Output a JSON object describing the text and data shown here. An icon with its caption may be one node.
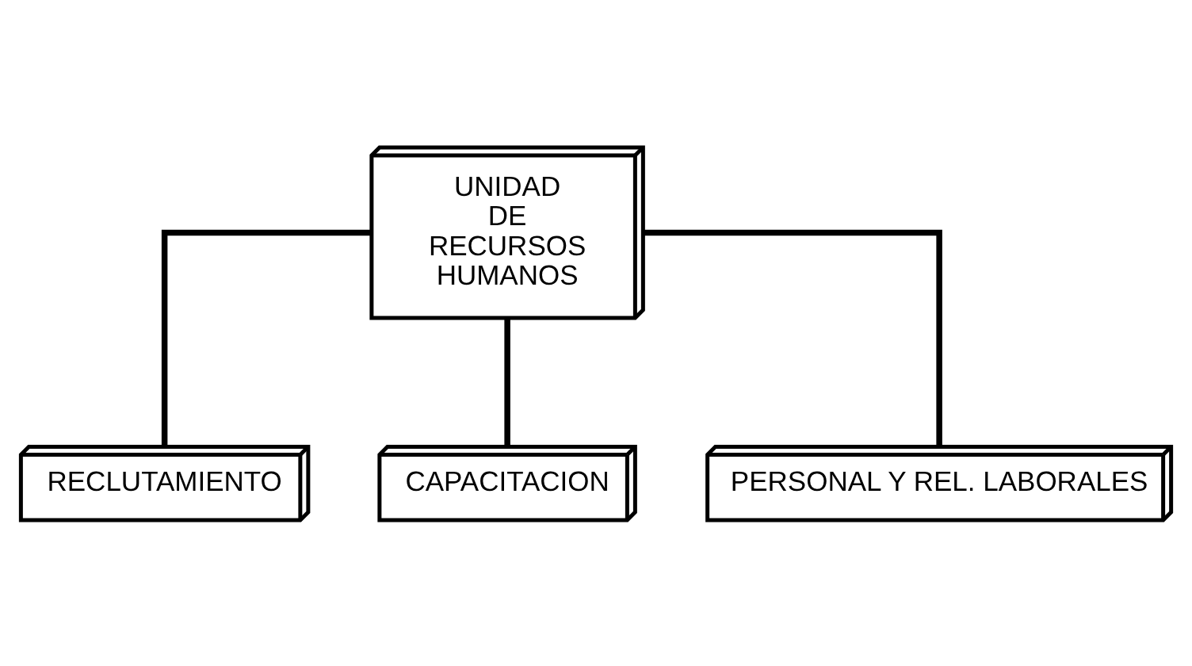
{
  "diagram": {
    "nodes": [
      {
        "text": [
          "UNIDAD DE RECURSOS HUMANOS"
        ]
      },
      {
        "text": [
          "RECLUTAMIENTO"
        ]
      },
      {
        "text": [
          "CAPACITACION"
        ]
      },
      {
        "text": [
          "PERSONAL Y REL. LABORALES"
        ]
      }
    ],
    "edges": [
      {
        "from": 0,
        "to": 1,
        "arrow": "none"
      },
      {
        "from": 0,
        "to": 2,
        "arrow": "none"
      },
      {
        "from": 0,
        "to": 3,
        "arrow": "none"
      }
    ]
  }
}
